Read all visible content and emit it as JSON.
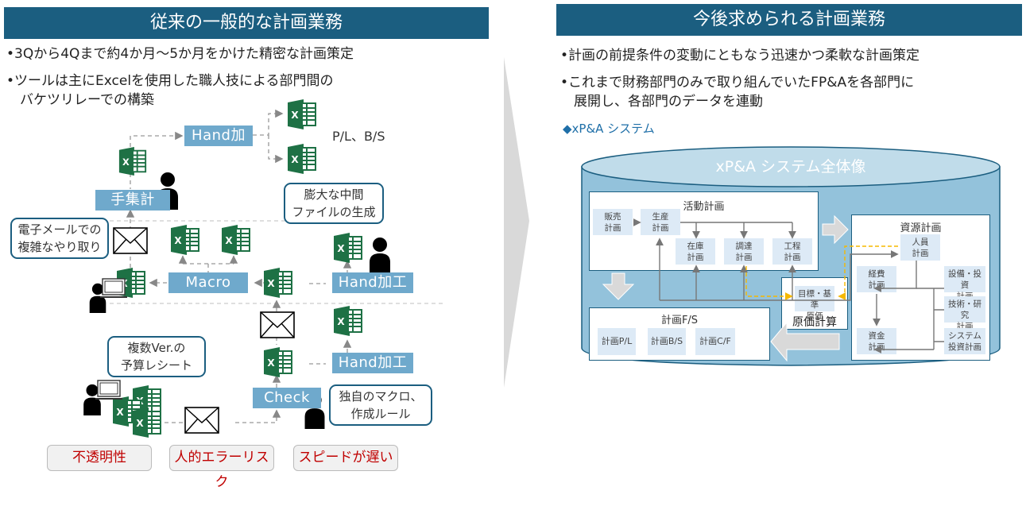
{
  "left": {
    "title": "従来の一般的な計画業務",
    "bullets": [
      "•3Qから4Qまで約4か月～5か月をかけた精密な計画策定",
      "•ツールは主にExcelを使用した職人技による部門間の",
      "　バケツリレーでの構築"
    ],
    "diagram": {
      "hand_process_labels": [
        "Hand加工",
        "Hand加工",
        "Hand加工"
      ],
      "manual_total_label": "手集計",
      "macro_label": "Macro",
      "check_label": "Check",
      "output_label": "P/L、B/S",
      "callouts": {
        "email": [
          "電子メールでの",
          "複雑なやり取り"
        ],
        "intermediate": [
          "膨大な中間",
          "ファイルの生成"
        ],
        "versions": [
          "複数Ver.の",
          "予算レシート"
        ],
        "macros": [
          "独自のマクロ、",
          "作成ルール"
        ]
      },
      "file_icon_letter": "X"
    },
    "issues": [
      "不透明性",
      "人的エラーリスク",
      "スピードが遅い"
    ]
  },
  "right": {
    "title": "今後求められる計画業務",
    "bullets": [
      "•計画の前提条件の変動にともなう迅速かつ柔軟な計画策定",
      "•これまで財務部門のみで取り組んでいたFP&Aを各部門に",
      "　展開し、各部門のデータを連動"
    ],
    "system_heading": "◆xP&A システム",
    "cylinder_title": "xP&A システム全体像",
    "activity_plan": {
      "title": "活動計画",
      "items": [
        [
          "販売",
          "計画"
        ],
        [
          "生産",
          "計画"
        ],
        [
          "在庫",
          "計画"
        ],
        [
          "調達",
          "計画"
        ],
        [
          "工程",
          "計画"
        ]
      ]
    },
    "resource_plan": {
      "title": "資源計画",
      "items": [
        [
          "人員",
          "計画"
        ],
        [
          "経費",
          "計画"
        ],
        [
          "設備・投資",
          "計画"
        ],
        [
          "技術・研究",
          "計画"
        ],
        [
          "資金",
          "計画"
        ],
        [
          "システム",
          "投資計画"
        ]
      ]
    },
    "cost_calc": {
      "title": "原価計算",
      "item": [
        "目標・基準",
        "原価"
      ]
    },
    "fs_plan": {
      "title": "計画F/S",
      "items": [
        "計画P/L",
        "計画B/S",
        "計画C/F"
      ]
    }
  },
  "colors": {
    "banner": "#1b5e80",
    "process_box": "#6fa9cc",
    "excel_green": "#1e7145",
    "issue_text": "#c00000",
    "cylinder": "#93c2db",
    "cylinder_top": "#c0dcea",
    "cell": "#ddeaf6",
    "highlight_arrow": "#f5b800"
  }
}
